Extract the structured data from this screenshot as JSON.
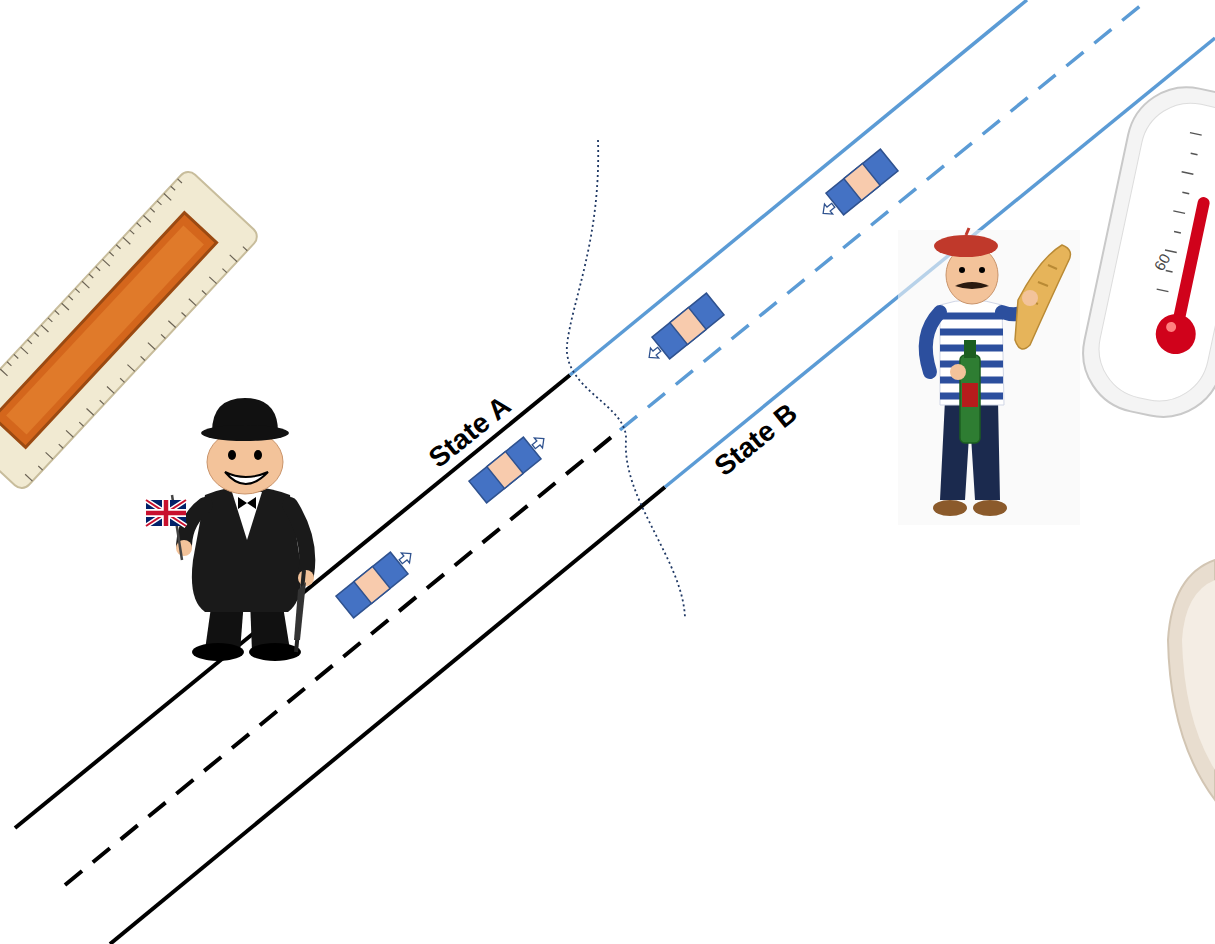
{
  "diagram": {
    "labels": [
      "State A",
      "State B",
      "60"
    ]
  }
}
